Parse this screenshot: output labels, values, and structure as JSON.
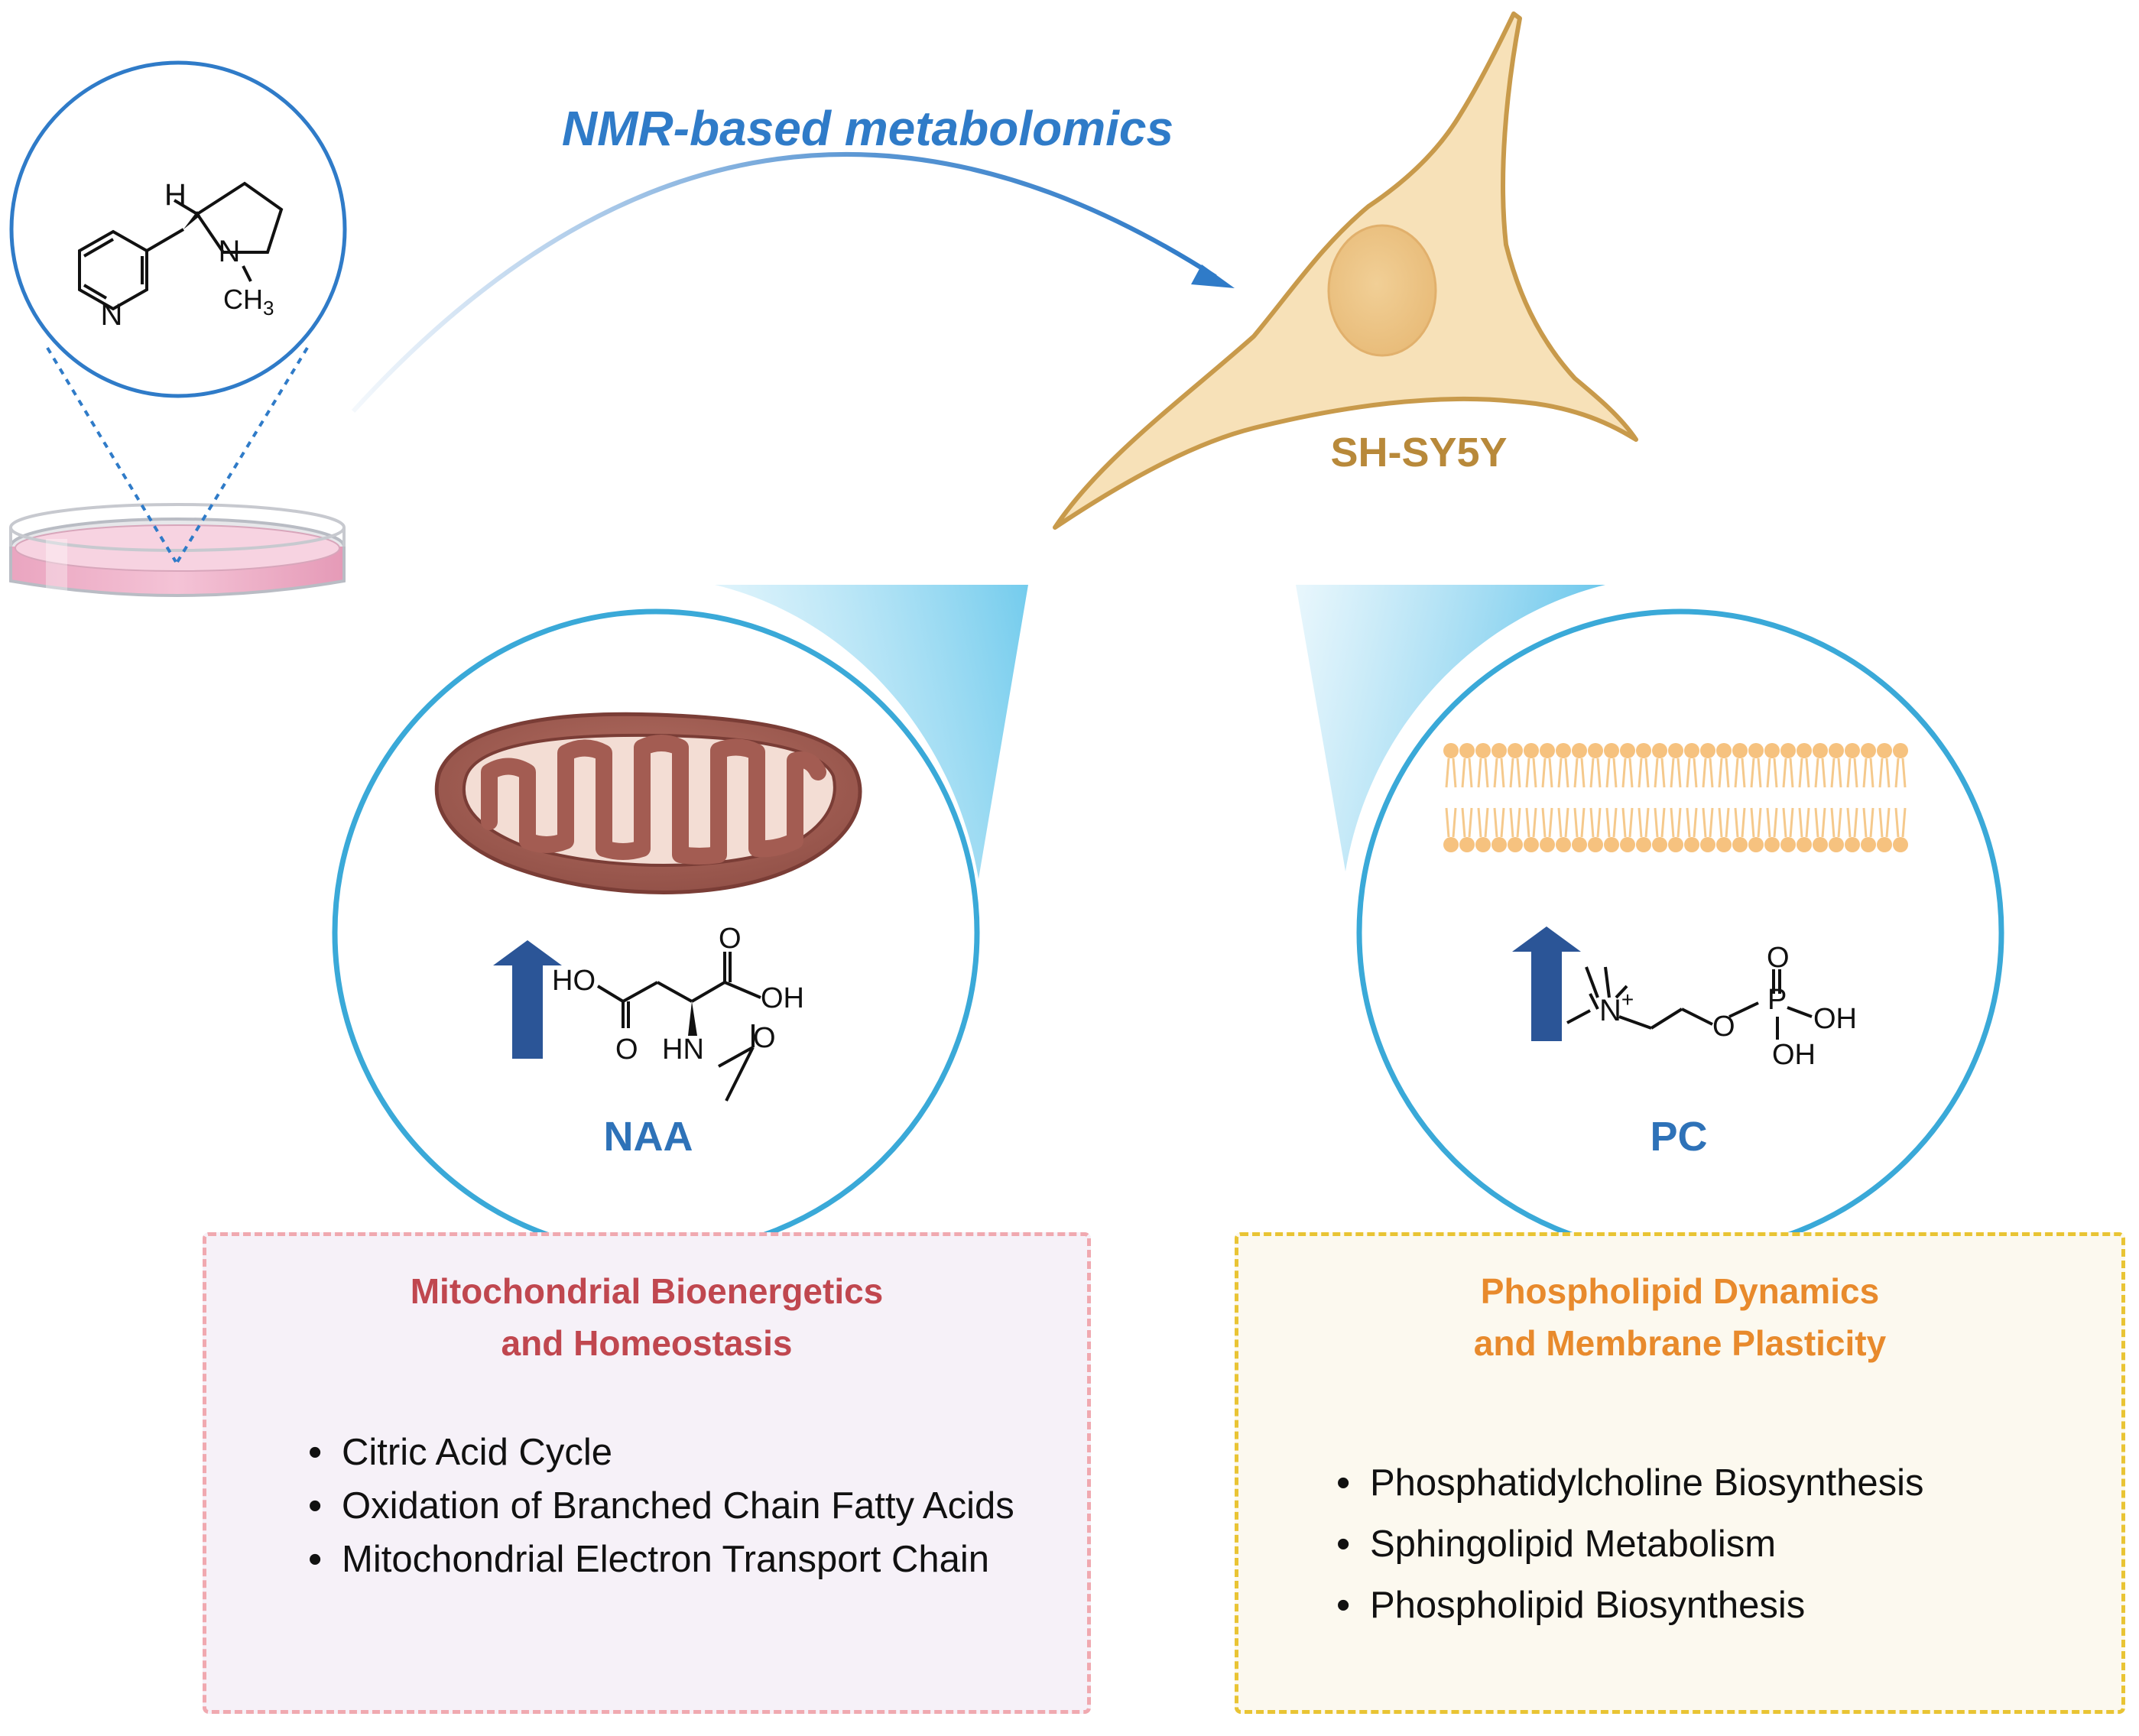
{
  "title": "NMR-based metabolomics",
  "cell_label": "SH-SY5Y",
  "nicotine": {
    "atom_h": "H",
    "atom_n_ring": "N",
    "atom_n_amine": "N",
    "methyl": "CH",
    "methyl_sub": "3"
  },
  "left_panel": {
    "metabolite": "NAA",
    "atoms": {
      "ho": "HO",
      "oh": "OH",
      "o_top": "O",
      "o_bottom": "O",
      "hn": "HN",
      "o_acetyl": "O"
    }
  },
  "right_panel": {
    "metabolite": "PC",
    "atoms": {
      "n_plus": "N",
      "charge": "+",
      "o_ester": "O",
      "p": "P",
      "o_double": "O",
      "oh1": "OH",
      "oh2": "OH"
    }
  },
  "mito_box": {
    "title_line1": "Mitochondrial Bioenergetics",
    "title_line2": "and Homeostasis",
    "items": [
      "Citric Acid Cycle",
      "Oxidation of Branched Chain Fatty Acids",
      "Mitochondrial Electron Transport Chain"
    ]
  },
  "lipid_box": {
    "title_line1": "Phospholipid Dynamics",
    "title_line2": "and Membrane Plasticity",
    "items": [
      "Phosphatidylcholine Biosynthesis",
      "Sphingolipid Metabolism",
      "Phospholipid Biosynthesis"
    ]
  },
  "colors": {
    "title_blue": "#2f7bc8",
    "metabolite_blue": "#2e72b8",
    "cell_label": "#b8893a",
    "mito_title": "#c0474f",
    "lipid_title": "#e88a2c",
    "up_arrow": "#2b5597",
    "circle_border": "#3aa9d8"
  }
}
